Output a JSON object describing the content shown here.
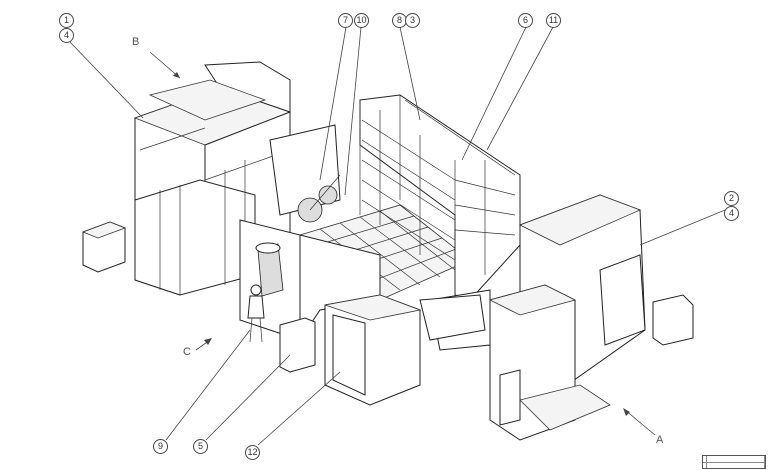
{
  "title": "Automated machining cell layout (isometric)",
  "callouts": {
    "c1": "1",
    "c4a": "4",
    "c7": "7",
    "c10": "10",
    "c8": "8",
    "c3": "3",
    "c6": "6",
    "c11": "11",
    "c2": "2",
    "c4b": "4",
    "c9": "9",
    "c5": "5",
    "c12": "12"
  },
  "views": {
    "a": "A",
    "b": "B",
    "c": "C"
  }
}
